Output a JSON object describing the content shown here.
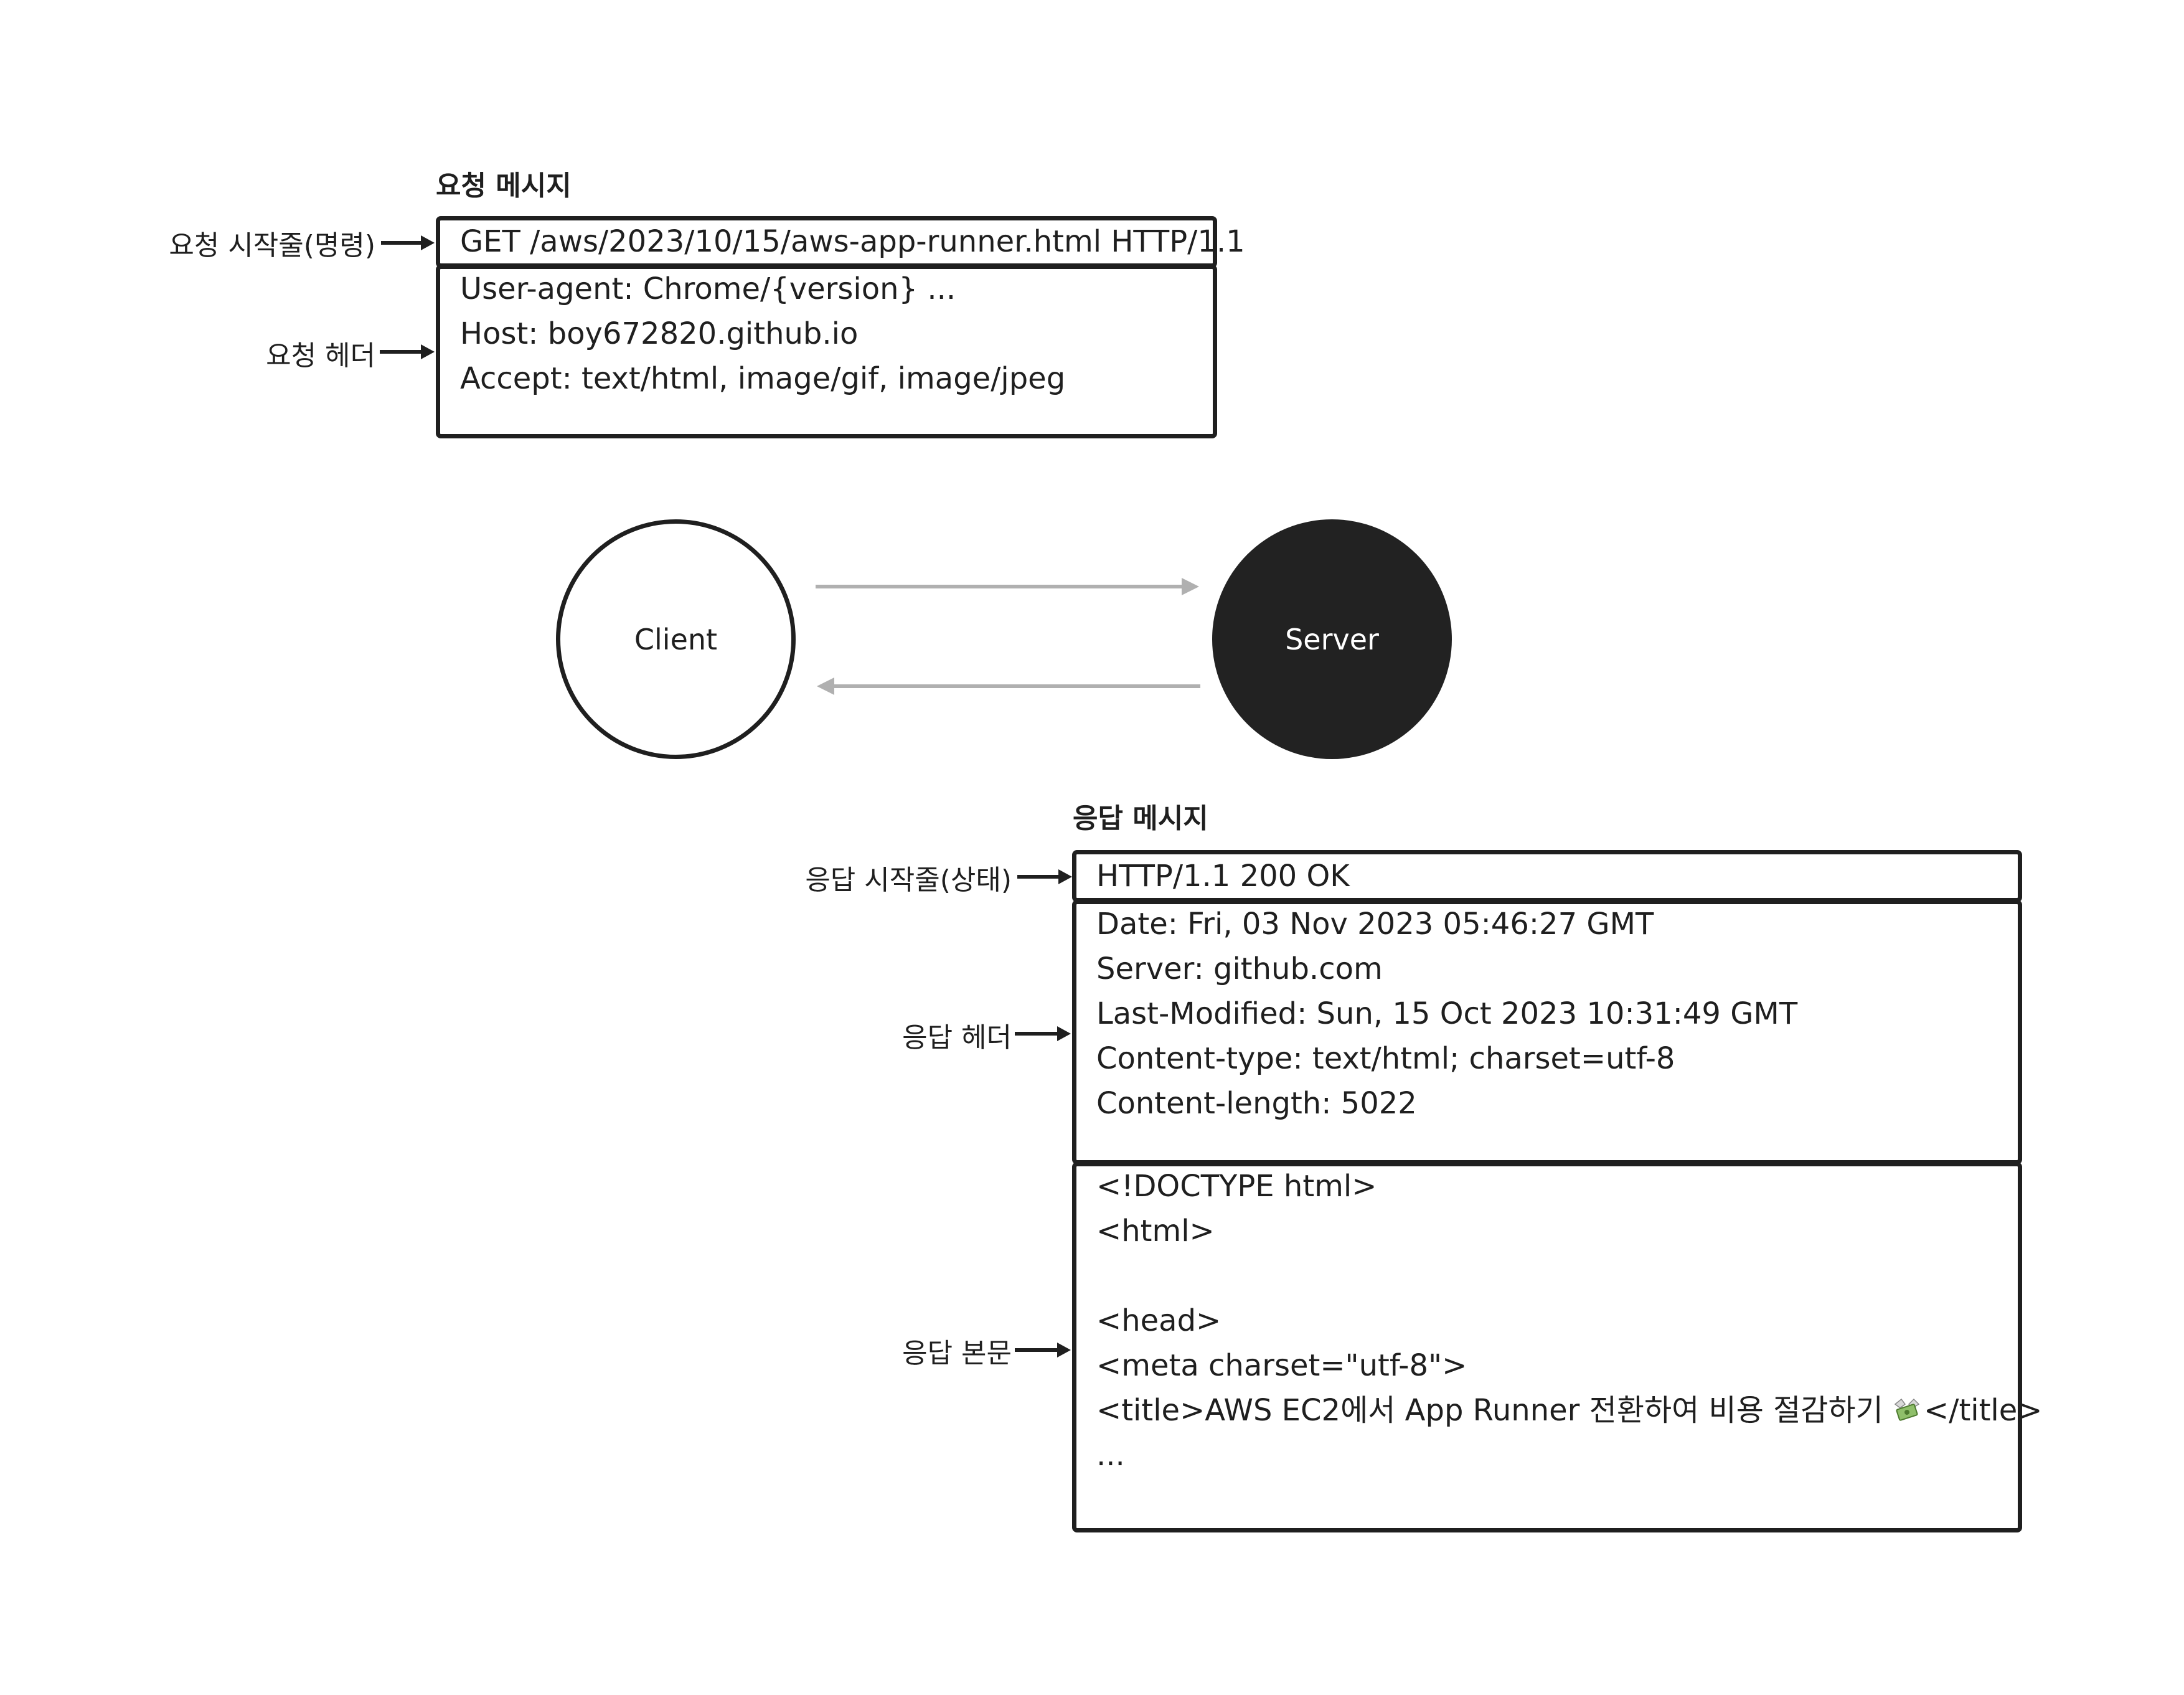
{
  "request": {
    "title": "요청 메시지",
    "start_line_label": "요청 시작줄(명령)",
    "header_label": "요청 헤더",
    "start_line": "GET /aws/2023/10/15/aws-app-runner.html HTTP/1.1",
    "headers": [
      "User-agent: Chrome/{version} ...",
      "Host: boy672820.github.io",
      "Accept: text/html, image/gif, image/jpeg"
    ]
  },
  "nodes": {
    "client": "Client",
    "server": "Server"
  },
  "response": {
    "title": "응답 메시지",
    "start_line_label": "응답 시작줄(상태)",
    "header_label": "응답 헤더",
    "body_label": "응답 본문",
    "start_line": "HTTP/1.1 200 OK",
    "headers": [
      "Date: Fri, 03 Nov 2023 05:46:27 GMT",
      "Server: github.com",
      "Last-Modified: Sun, 15 Oct 2023 10:31:49 GMT",
      "Content-type: text/html; charset=utf-8",
      "Content-length: 5022"
    ],
    "body": [
      "<!DOCTYPE html>",
      "<html>",
      "",
      "<head>",
      "<meta charset=\"utf-8\">",
      "<title>AWS EC2에서 App Runner 전환하여 비용 절감하기",
      "</title>",
      "..."
    ],
    "body_icon": "money-with-wings-icon"
  },
  "colors": {
    "stroke": "#1f1f1f",
    "flow_arrow": "#b0b0b0",
    "server_fill": "#222222"
  }
}
